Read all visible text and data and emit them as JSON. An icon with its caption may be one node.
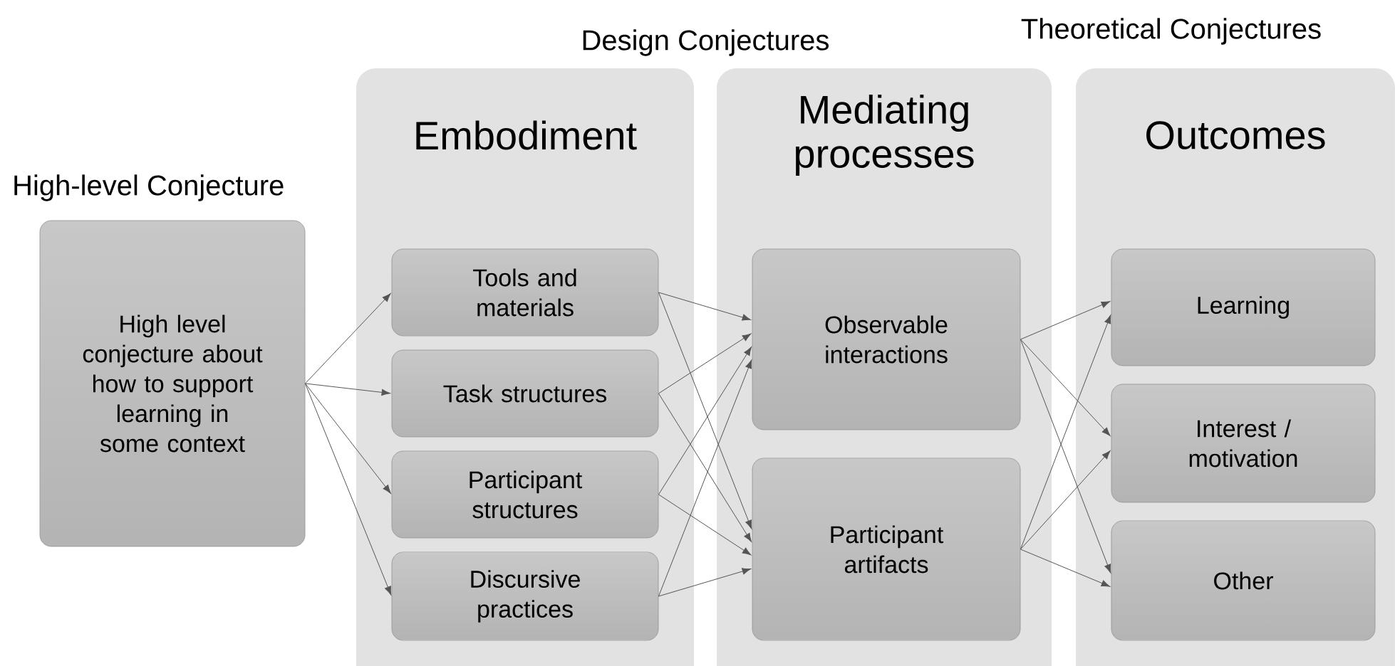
{
  "diagram": {
    "nodes": [
      {
        "text": [
          "High-level Conjecture",
          "High level conjecture about how to support learning in some context"
        ]
      },
      {
        "text": [
          "Embodiment"
        ]
      },
      {
        "text": [
          "Tools and materials"
        ],
        "in": 1
      },
      {
        "text": [
          "Task structures"
        ],
        "in": 1
      },
      {
        "text": [
          "Participant structures"
        ],
        "in": 1
      },
      {
        "text": [
          "Discursive practices"
        ],
        "in": 1
      },
      {
        "text": [
          "Mediating processes"
        ]
      },
      {
        "text": [
          "Observable interactions"
        ],
        "in": 6
      },
      {
        "text": [
          "Participant artifacts"
        ],
        "in": 6
      },
      {
        "text": [
          "Outcomes"
        ]
      },
      {
        "text": [
          "Learning"
        ],
        "in": 9
      },
      {
        "text": [
          "Interest / motivation"
        ],
        "in": 9
      },
      {
        "text": [
          "Other"
        ],
        "in": 9
      }
    ],
    "edges": [
      {
        "from": 0,
        "to": 2,
        "arrow": "to"
      },
      {
        "from": 0,
        "to": 3,
        "arrow": "to"
      },
      {
        "from": 0,
        "to": 4,
        "arrow": "to"
      },
      {
        "from": 0,
        "to": 5,
        "arrow": "to"
      },
      {
        "from": 2,
        "to": 7,
        "arrow": "to"
      },
      {
        "from": 2,
        "to": 8,
        "arrow": "to"
      },
      {
        "from": 3,
        "to": 7,
        "arrow": "to"
      },
      {
        "from": 3,
        "to": 8,
        "arrow": "to"
      },
      {
        "from": 4,
        "to": 7,
        "arrow": "to"
      },
      {
        "from": 4,
        "to": 8,
        "arrow": "to"
      },
      {
        "from": 5,
        "to": 7,
        "arrow": "to"
      },
      {
        "from": 5,
        "to": 8,
        "arrow": "to"
      },
      {
        "from": 7,
        "to": 10,
        "arrow": "to"
      },
      {
        "from": 7,
        "to": 11,
        "arrow": "to"
      },
      {
        "from": 7,
        "to": 12,
        "arrow": "to"
      },
      {
        "from": 8,
        "to": 10,
        "arrow": "to"
      },
      {
        "from": 8,
        "to": 11,
        "arrow": "to"
      },
      {
        "from": 8,
        "to": 12,
        "arrow": "to"
      }
    ],
    "labels": [
      "Design Conjectures",
      "Theoretical Conjectures"
    ]
  }
}
